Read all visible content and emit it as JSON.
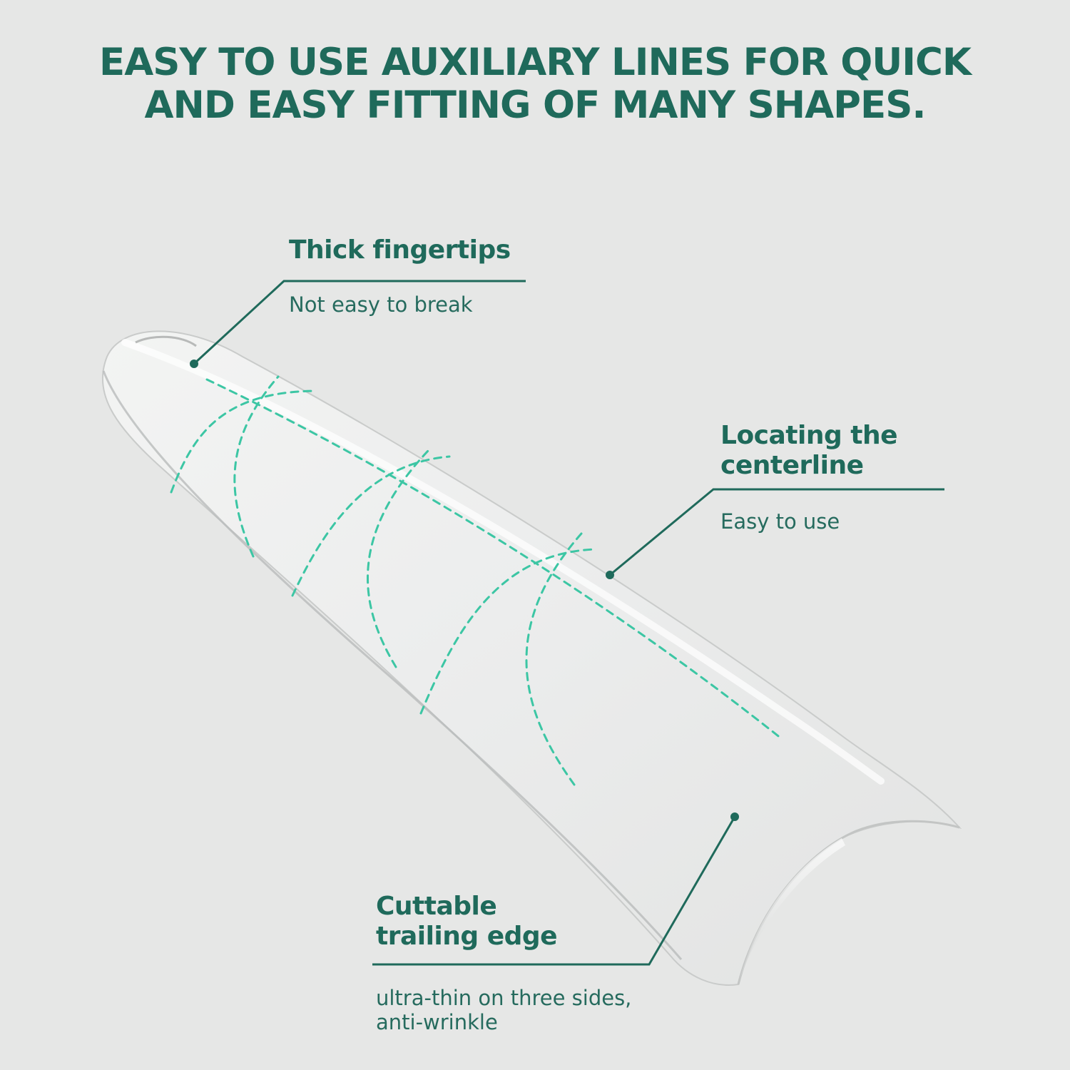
{
  "headline": {
    "line1": "EASY TO USE AUXILIARY LINES FOR QUICK",
    "line2": "AND EASY FITTING OF MANY SHAPES."
  },
  "callouts": {
    "fingertips": {
      "title": "Thick fingertips",
      "desc": "Not easy to break"
    },
    "centerline": {
      "title_line1": "Locating the",
      "title_line2": "centerline",
      "desc": "Easy to use"
    },
    "trailing_edge": {
      "title_line1": "Cuttable",
      "title_line2": "trailing edge",
      "desc_line1": "ultra-thin on three sides,",
      "desc_line2": "anti-wrinkle"
    }
  },
  "colors": {
    "accent": "#1f6a5b",
    "guide_line": "#3cc6a4",
    "background": "#e6e7e6"
  }
}
